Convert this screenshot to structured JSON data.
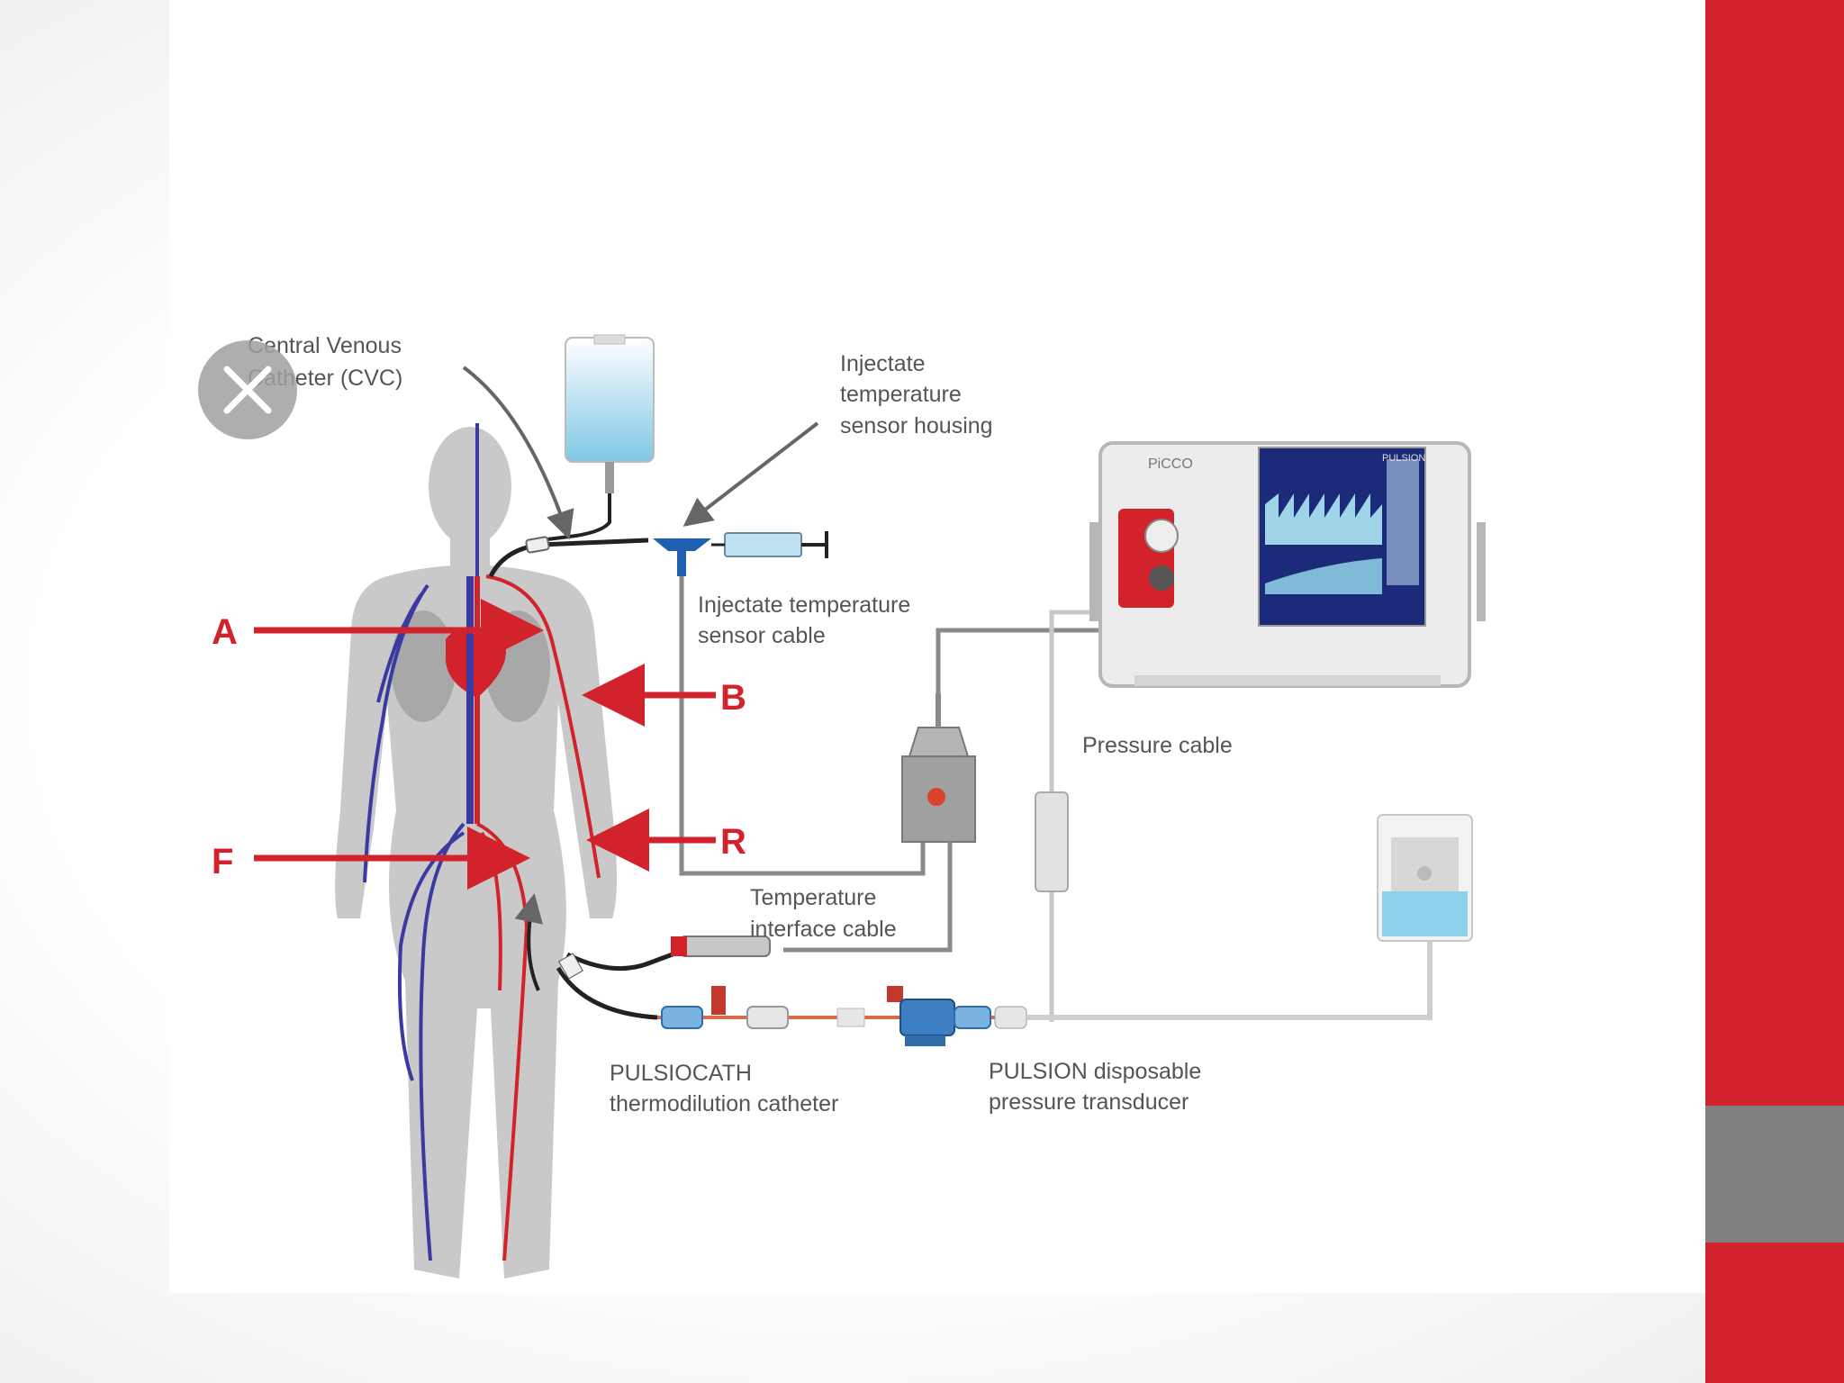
{
  "diagram": {
    "labels": {
      "cvc": [
        "Central Venous",
        "Catheter (CVC)"
      ],
      "sensor_housing": [
        "Injectate",
        "temperature",
        "sensor housing"
      ],
      "sensor_cable": [
        "Injectate temperature",
        "sensor cable"
      ],
      "pressure_cable": "Pressure cable",
      "temp_interface": [
        "Temperature",
        "interface cable"
      ],
      "pulsiocath": [
        "PULSIOCATH",
        "thermodilution catheter"
      ],
      "transducer": [
        "PULSION disposable",
        "pressure transducer"
      ],
      "monitor_brand": "PiCCO",
      "monitor_logo": "PULSION"
    },
    "markers": {
      "a": "A",
      "b": "B",
      "r": "R",
      "f": "F"
    }
  },
  "colors": {
    "accent_red": "#d2232c",
    "vein_blue": "#3a3aa0",
    "body_gray": "#c9c9c9",
    "monitor_screen": "#1c2a7a"
  },
  "icons": {
    "close": "close-icon"
  }
}
